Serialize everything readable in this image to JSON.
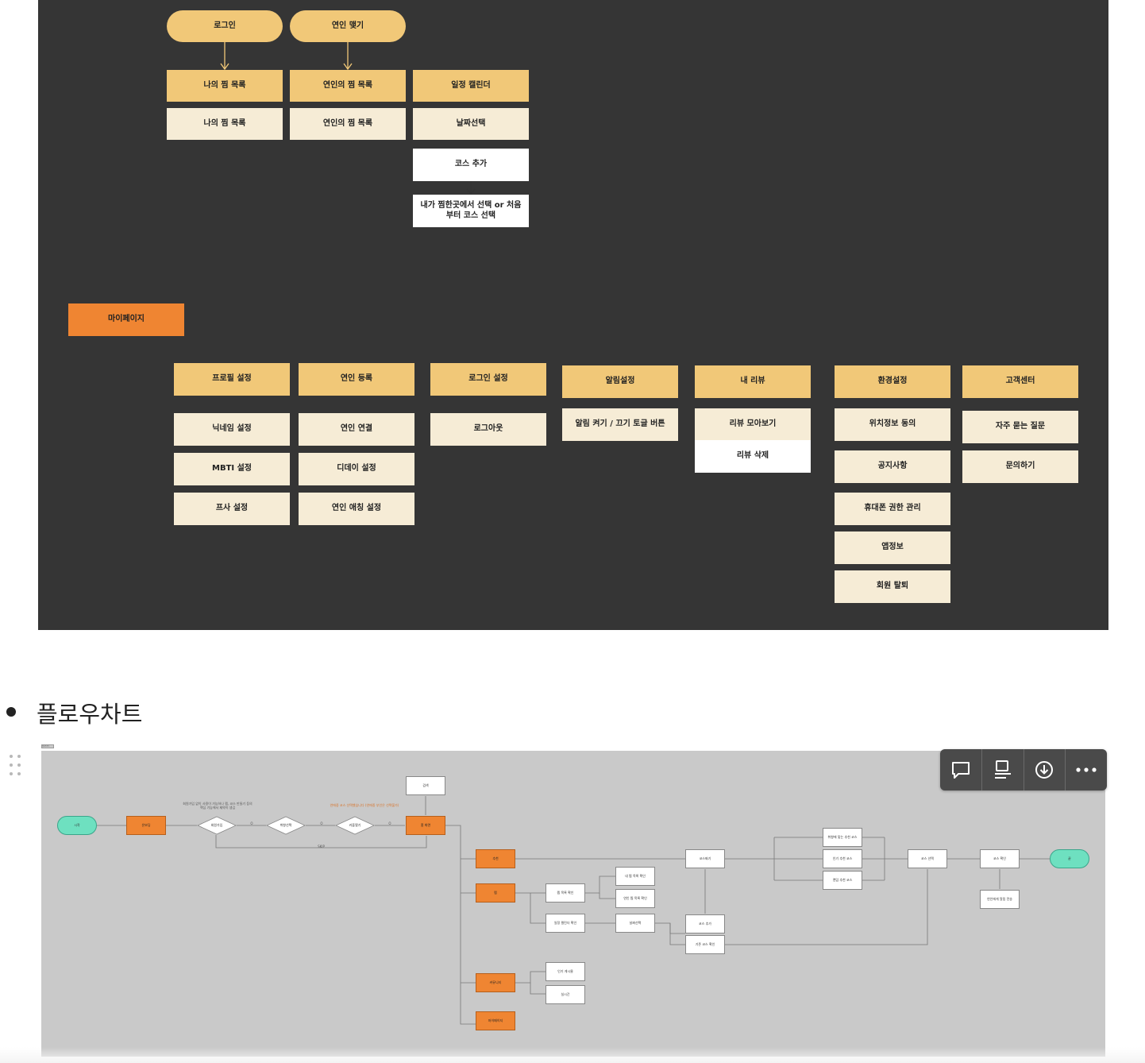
{
  "ia": {
    "login_pill": "로그인",
    "couple_pill": "연인 맺기",
    "my_wish": "나의 찜 목록",
    "my_wish_sub": "나의 찜 목록",
    "partner_wish": "연인의 찜 목록",
    "partner_wish_sub": "연인의 찜 목록",
    "calendar": "일정 캘린더",
    "date_select": "날짜선택",
    "add_course": "코스 추가",
    "course_pick": "내가 찜한곳에서 선택 or 처음부터 코스 선택",
    "mypage": "마이페이지",
    "profile": "프로필 설정",
    "nickname": "닉네임 설정",
    "mbti": "MBTI 설정",
    "photo": "프사 설정",
    "partner_reg": "연인 등록",
    "partner_link": "연인 연결",
    "dday": "디데이 설정",
    "partner_nick": "연인 애칭 설정",
    "login_set": "로그인 설정",
    "logout": "로그아웃",
    "alarm": "알림설정",
    "alarm_toggle": "알림 켜기 / 끄기 토글 버튼",
    "my_review": "내 리뷰",
    "review_all": "리뷰 모아보기",
    "review_del": "리뷰 삭제",
    "env": "환경설정",
    "location": "위치정보 동의",
    "notice": "공지사항",
    "permission": "휴대폰 권한 관리",
    "appinfo": "앱정보",
    "withdraw": "회원 탈퇴",
    "cs": "고객센터",
    "faq": "자주 묻는 질문",
    "inquiry": "문의하기"
  },
  "section": {
    "title": "플로우차트"
  },
  "flowchart": {
    "start": "시작",
    "onboarding": "온보딩",
    "signup": "회원가입",
    "pref": "취향선택",
    "couple": "커플맺기",
    "home": "홈 화면",
    "search": "검색",
    "recommend": "추천",
    "wish": "찜",
    "community": "커뮤니티",
    "mypage": "마이페이지",
    "wish_list": "찜 목록 확인",
    "my_wish": "내 찜 목록 확인",
    "partner_wish": "연인 찜 목록 확인",
    "calendar": "일정 캘린더 확인",
    "date_select": "날짜선택",
    "course_add": "코스 추가",
    "existing_course": "기존 코스 확인",
    "course_make": "코스짜기",
    "rec_pref": "취향에 맞는 추천 코스",
    "rec_popular": "인기 추천 코스",
    "rec_random": "랜덤 추천 코스",
    "course_select": "코스 선택",
    "course_confirm": "코스 확인",
    "notify_partner": "연인에게 알림 전송",
    "end": "끝",
    "popular_posts": "인기 게시물",
    "realtime": "실시간",
    "note_signup": "회원가입 없이 사용이 가능하나 찜, 코스 만들기 등의 핵심 기능에서 제약이 생김",
    "note_couple": "연애중 코스 선택했습니다 (연애중 부인은 선택불가)",
    "skip": "SKIP",
    "edge_o1": "O",
    "edge_o2": "O",
    "edge_o3": "O",
    "thumb_tag": "플로우차트"
  },
  "toolbar": {
    "comment_icon": "comment-icon",
    "caption_icon": "caption-icon",
    "download_icon": "download-icon",
    "more_icon": "more-icon"
  }
}
